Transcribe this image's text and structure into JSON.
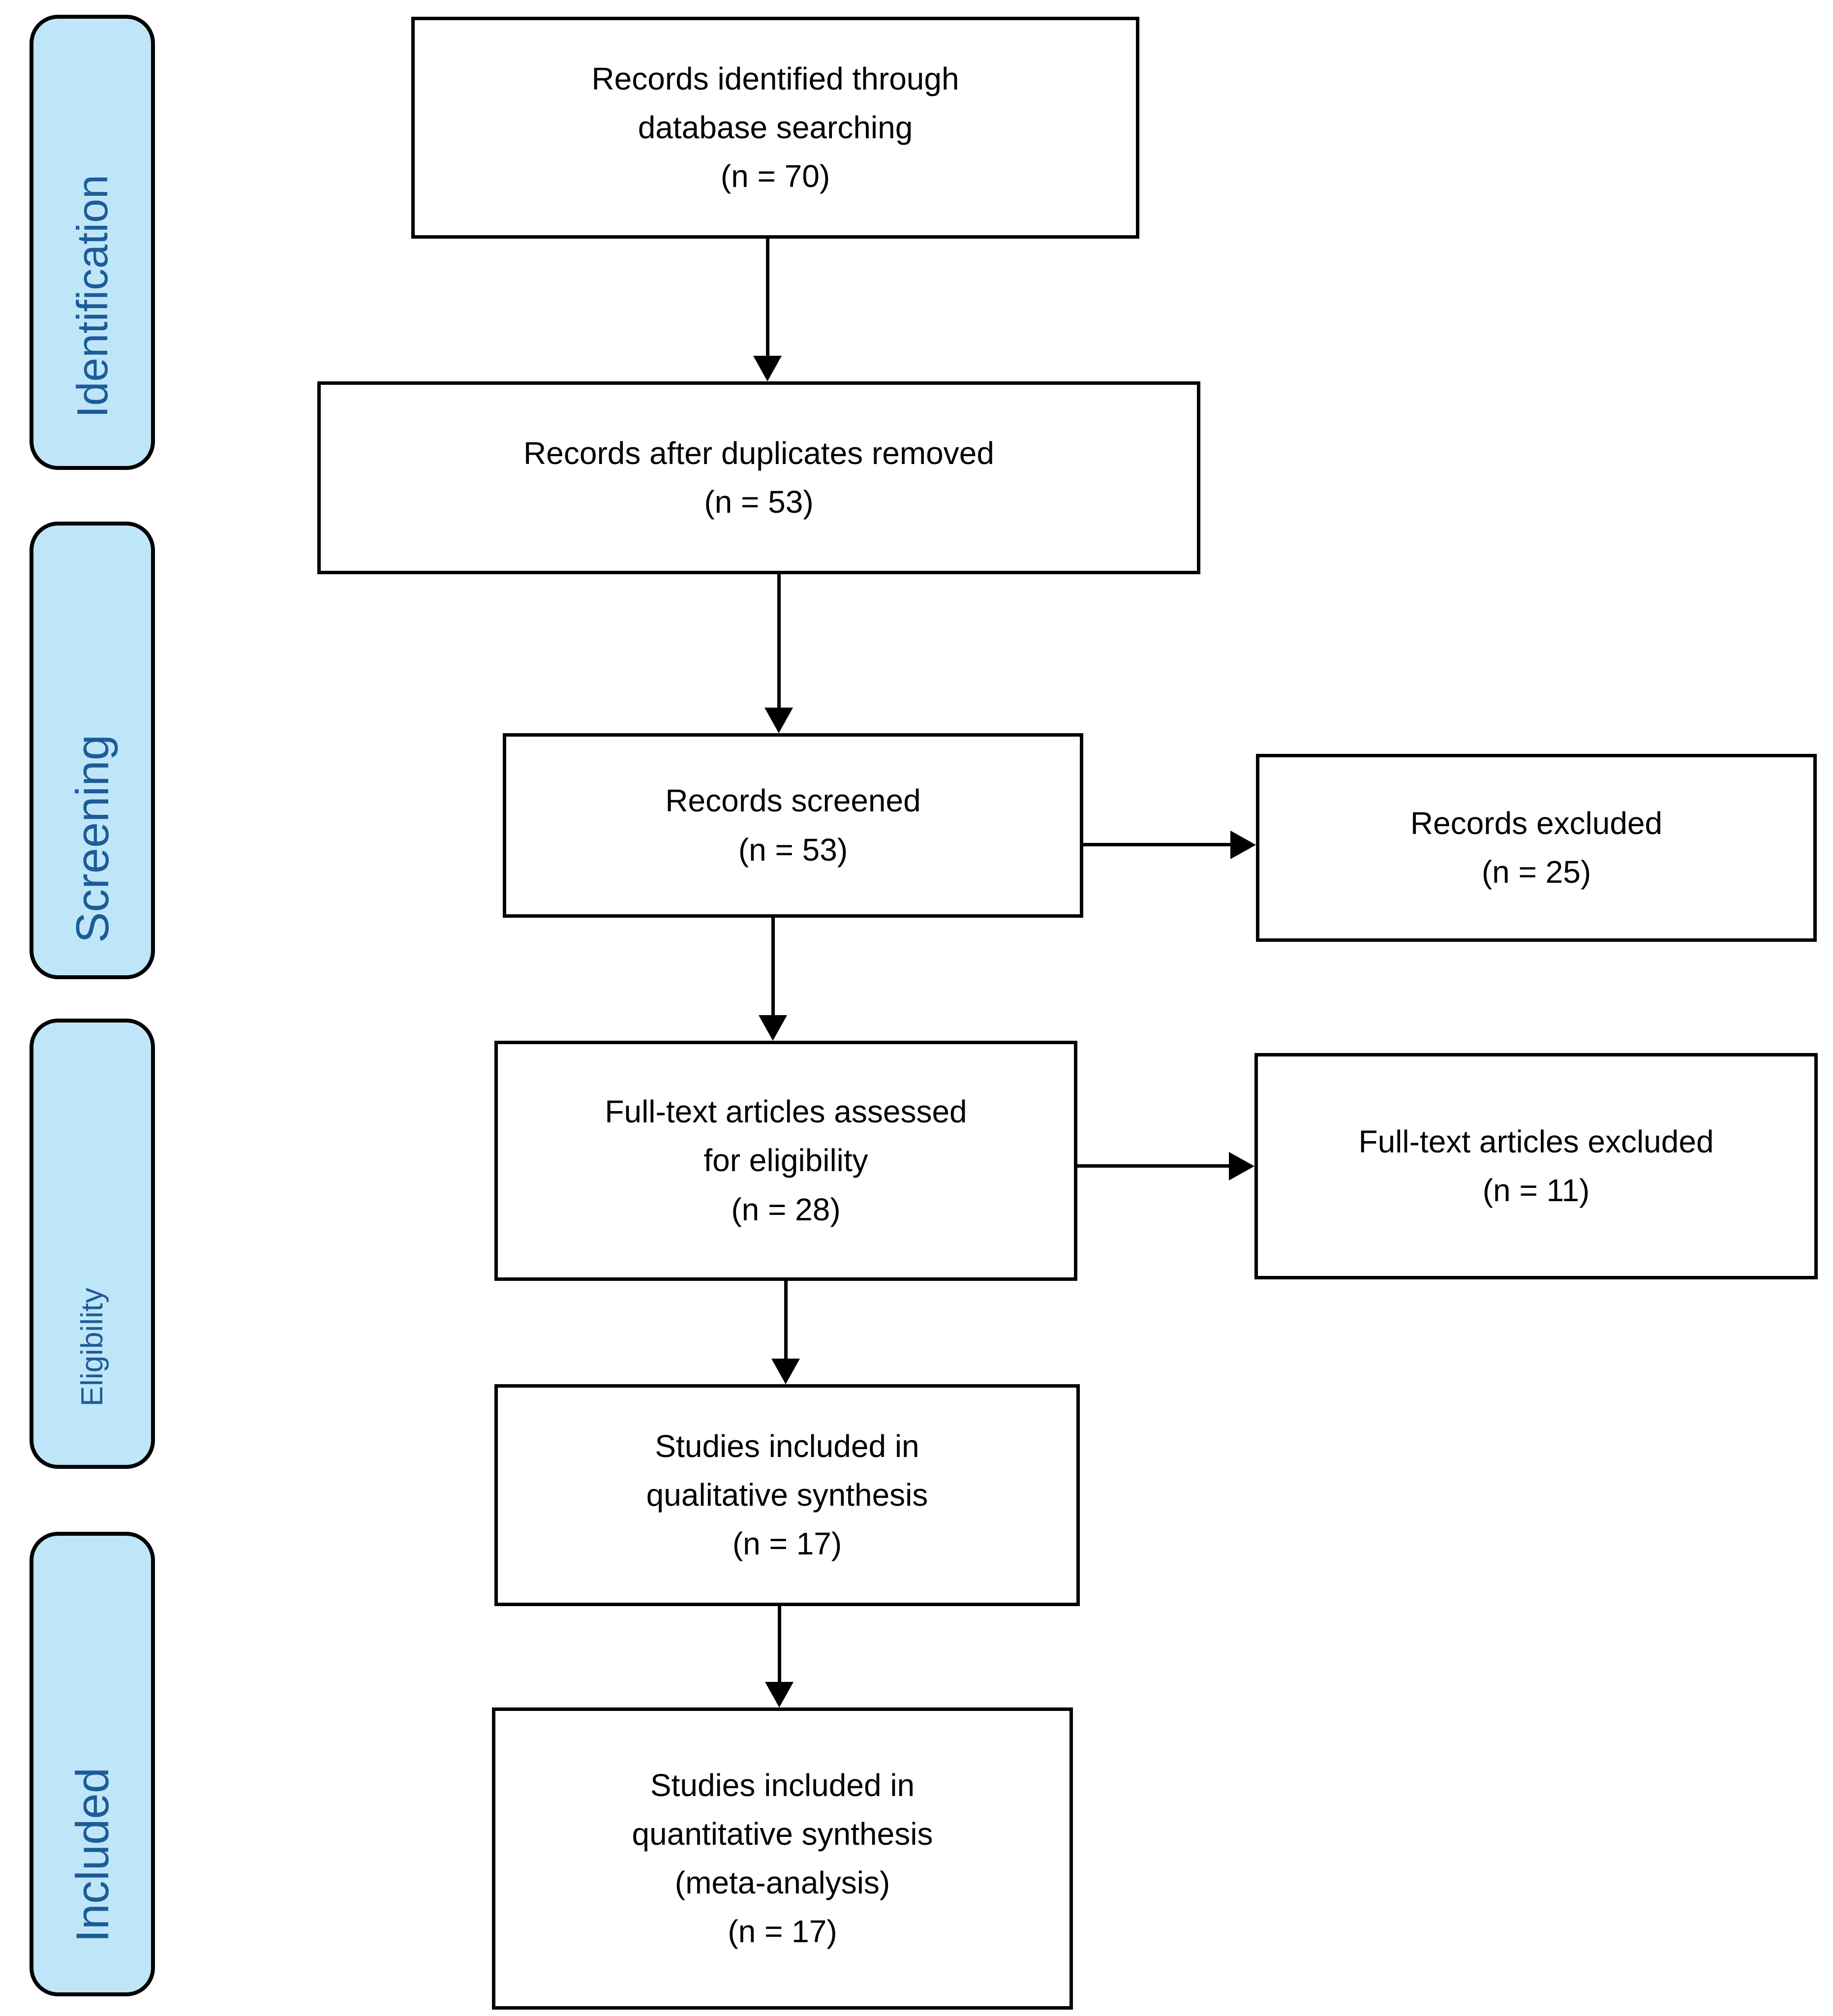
{
  "colors": {
    "background": "#FFFFFF",
    "stage_fill": "#BFE6F8",
    "stage_text": "#1D5C99",
    "stage_border": "#000000",
    "box_fill": "#FFFFFF",
    "box_border": "#000000",
    "box_text": "#000000",
    "arrow": "#000000"
  },
  "stages": [
    {
      "label": "Identification"
    },
    {
      "label": "Screening"
    },
    {
      "label": "Eligibility"
    },
    {
      "label": "Included"
    }
  ],
  "flow": [
    {
      "id": "records-identified",
      "text": "Records identified through\ndatabase searching\n(n = 70)",
      "n": 70
    },
    {
      "id": "records-after-duplicates",
      "text": "Records after duplicates removed\n(n = 53)",
      "n": 53
    },
    {
      "id": "records-screened",
      "text": "Records screened\n(n = 53)",
      "n": 53
    },
    {
      "id": "fulltext-assessed",
      "text": "Full-text articles assessed\nfor eligibility\n(n = 28)",
      "n": 28
    },
    {
      "id": "qualitative-synthesis",
      "text": "Studies included in\nqualitative synthesis\n(n = 17)",
      "n": 17
    },
    {
      "id": "quantitative-synthesis",
      "text": "Studies included in\nquantitative synthesis\n(meta-analysis)\n(n = 17)",
      "n": 17
    }
  ],
  "excluded": [
    {
      "id": "records-excluded",
      "text": "Records excluded\n(n = 25)",
      "n": 25
    },
    {
      "id": "fulltext-excluded",
      "text": "Full-text articles excluded\n(n = 11)",
      "n": 11
    }
  ],
  "arrows": [
    {
      "from": "records-identified",
      "to": "records-after-duplicates",
      "direction": "down"
    },
    {
      "from": "records-after-duplicates",
      "to": "records-screened",
      "direction": "down"
    },
    {
      "from": "records-screened",
      "to": "fulltext-assessed",
      "direction": "down"
    },
    {
      "from": "records-screened",
      "to": "records-excluded",
      "direction": "right"
    },
    {
      "from": "fulltext-assessed",
      "to": "qualitative-synthesis",
      "direction": "down"
    },
    {
      "from": "fulltext-assessed",
      "to": "fulltext-excluded",
      "direction": "right"
    },
    {
      "from": "qualitative-synthesis",
      "to": "quantitative-synthesis",
      "direction": "down"
    }
  ]
}
